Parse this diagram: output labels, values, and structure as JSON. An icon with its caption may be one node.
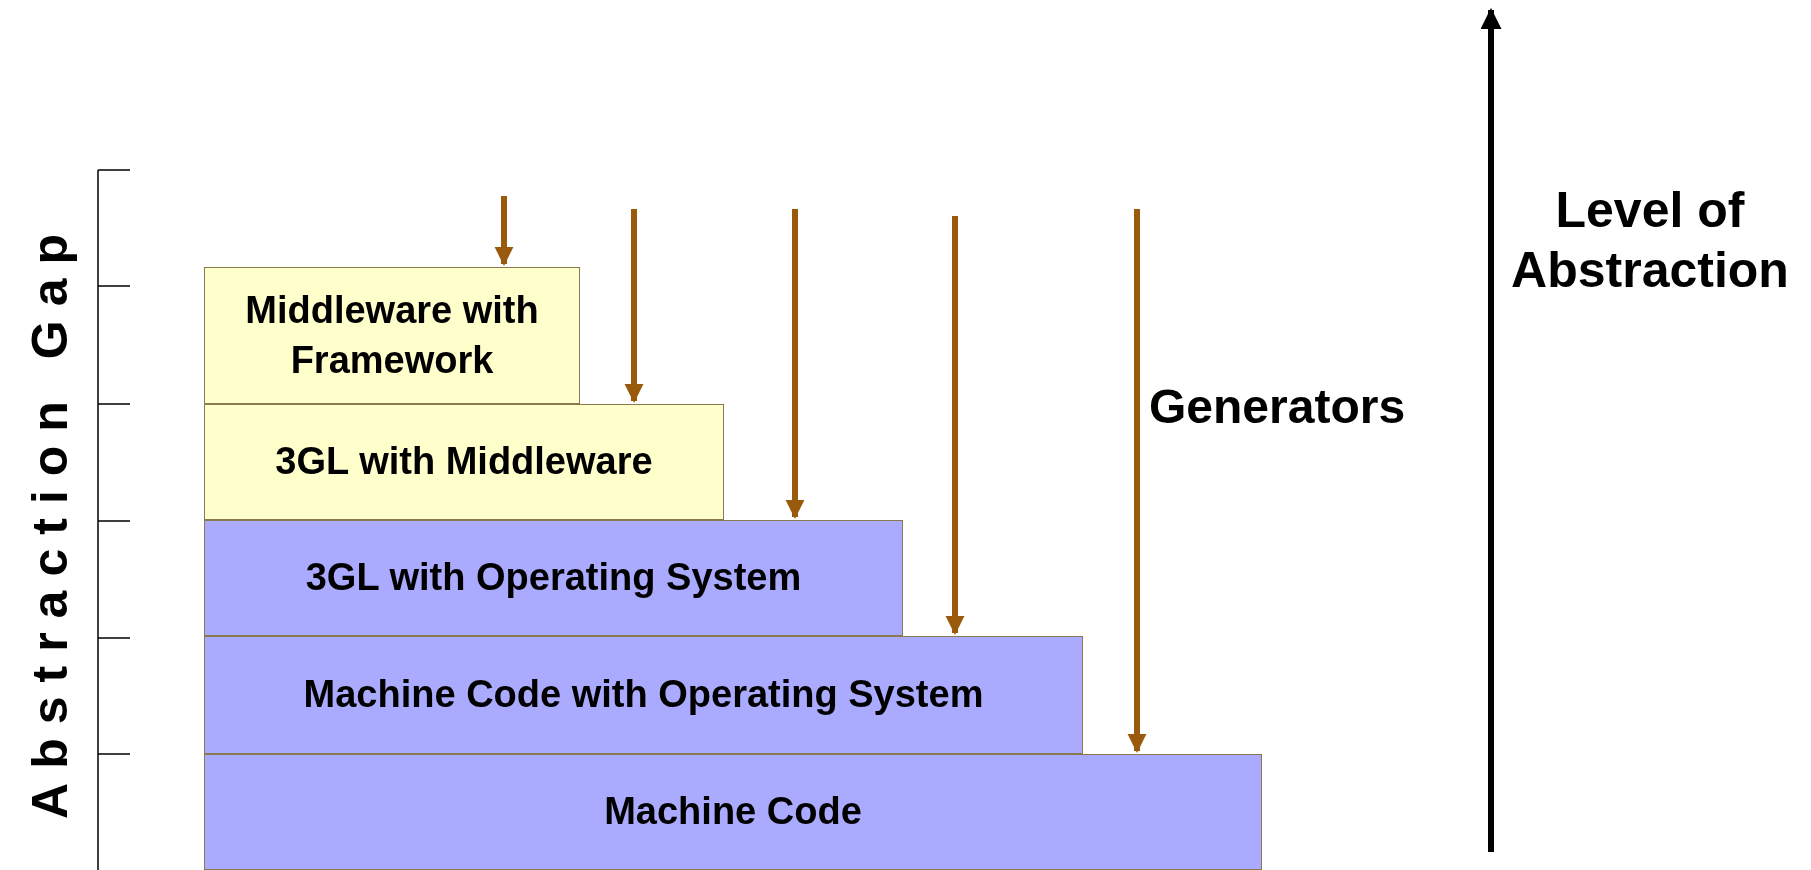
{
  "diagram": {
    "nodes": [
      {
        "text": [
          "Middleware with Framework"
        ]
      },
      {
        "text": [
          "3GL with Middleware"
        ]
      },
      {
        "text": [
          "3GL with Operating System"
        ]
      },
      {
        "text": [
          "Machine Code with Operating System"
        ]
      },
      {
        "text": [
          "Machine Code"
        ]
      }
    ],
    "edges": [
      {
        "from": null,
        "to": 0,
        "arrow": "to"
      },
      {
        "from": null,
        "to": 1,
        "arrow": "to"
      },
      {
        "from": null,
        "to": 2,
        "arrow": "to"
      },
      {
        "from": null,
        "to": 3,
        "arrow": "to"
      },
      {
        "from": null,
        "to": 4,
        "arrow": "to"
      }
    ],
    "labels": [
      "Generators",
      "Level of Abstraction",
      "Abstraction Gap"
    ]
  }
}
